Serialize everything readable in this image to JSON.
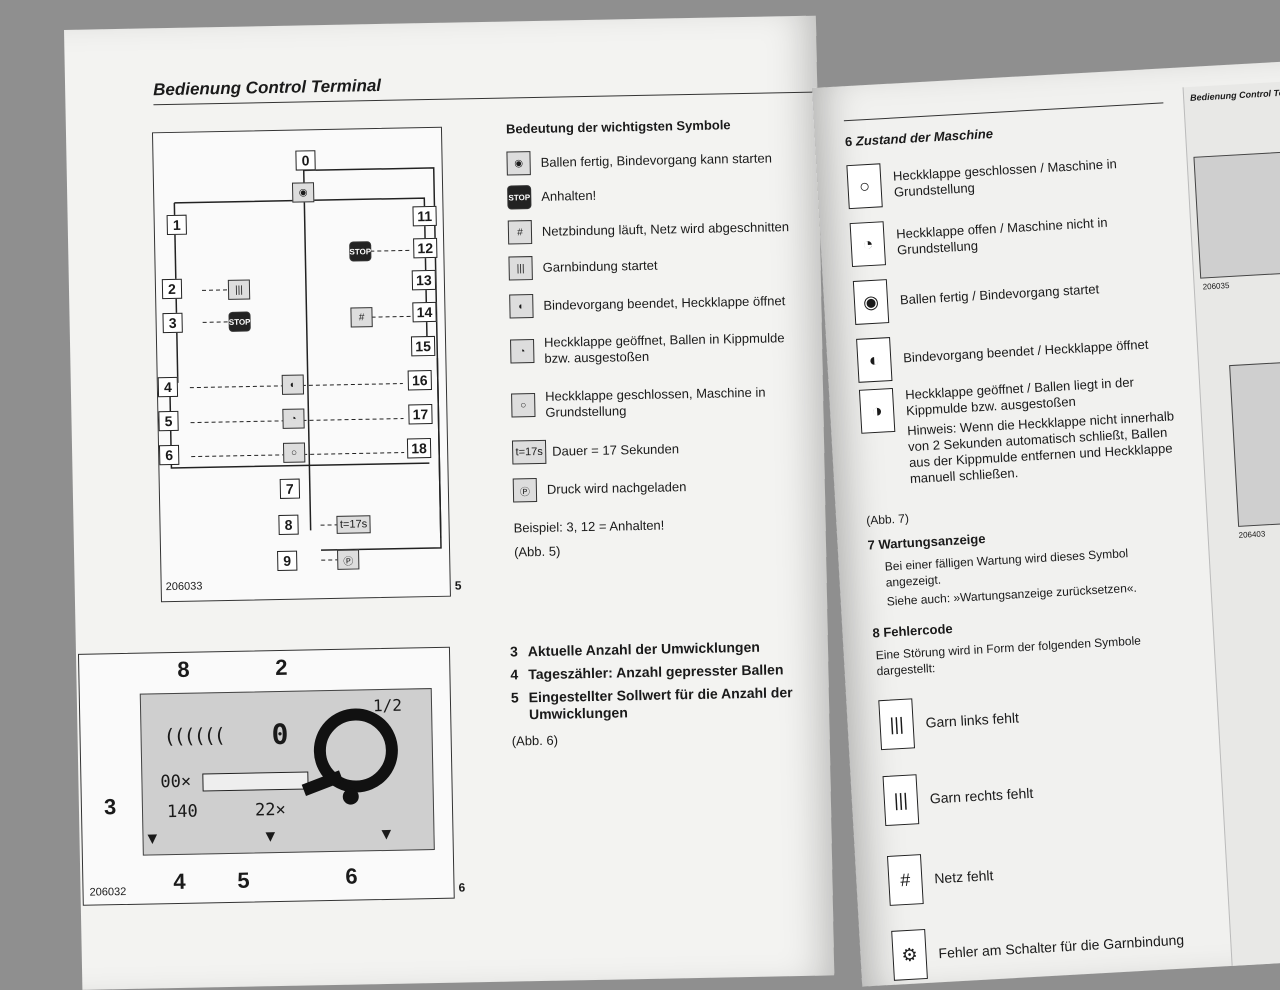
{
  "left": {
    "header": "Bedienung Control Terminal",
    "symbols_title": "Bedeutung der wichtigsten Symbole",
    "symbols": [
      {
        "icon": "bale-ready-icon",
        "text": "Ballen fertig, Bindevorgang kann starten"
      },
      {
        "icon": "stop-icon",
        "text": "Anhalten!"
      },
      {
        "icon": "net-binding-icon",
        "text": "Netzbindung läuft, Netz wird abgeschnitten"
      },
      {
        "icon": "twine-binding-icon",
        "text": "Garnbindung startet"
      },
      {
        "icon": "binding-done-icon",
        "text": "Bindevorgang beendet, Heckklappe öffnet"
      },
      {
        "icon": "tailgate-open-icon",
        "text": "Heckklappe geöffnet, Ballen in Kippmulde bzw. ausgestoßen"
      },
      {
        "icon": "tailgate-closed-icon",
        "text": "Heckklappe geschlossen, Maschine in Grundstellung"
      },
      {
        "icon": "timer-icon",
        "text": "Dauer = 17 Sekunden",
        "icon_label": "t=17s"
      },
      {
        "icon": "pressure-icon",
        "text": "Druck wird nachgeladen"
      }
    ],
    "example": "Beispiel: 3, 12 = Anhalten!",
    "ref5": "(Abb. 5)",
    "diagram5": {
      "code": "206033",
      "fig": "5",
      "nodes": [
        "0",
        "1",
        "2",
        "3",
        "4",
        "5",
        "6",
        "7",
        "8",
        "9",
        "11",
        "12",
        "13",
        "14",
        "15",
        "16",
        "17",
        "18"
      ],
      "timer_label": "t=17s",
      "stop_label": "STOP"
    },
    "legend": [
      {
        "num": "3",
        "text": "Aktuelle Anzahl der Umwicklungen"
      },
      {
        "num": "4",
        "text": "Tageszähler: Anzahl gepresster Ballen"
      },
      {
        "num": "5",
        "text": "Eingestellter Sollwert für die Anzahl der Umwicklungen"
      }
    ],
    "ref6": "(Abb. 6)",
    "diagram6": {
      "code": "206032",
      "fig": "6",
      "callouts": [
        "8",
        "2",
        "3",
        "4",
        "5",
        "6"
      ],
      "page_indicator": "1/2",
      "digit": "0",
      "wraps_current": "00×",
      "counter": "140",
      "setpoint": "22×"
    }
  },
  "right": {
    "sec6_num": "6",
    "sec6_title": "Zustand der Maschine",
    "states": [
      {
        "icon": "tailgate-closed-icon",
        "text": "Heckklappe geschlossen / Maschine in Grundstellung"
      },
      {
        "icon": "tailgate-open-icon",
        "text": "Heckklappe offen / Maschine nicht in Grundstellung"
      },
      {
        "icon": "bale-ready-icon",
        "text": "Ballen fertig / Bindevorgang startet"
      },
      {
        "icon": "binding-done-icon",
        "text": "Bindevorgang beendet / Heckklappe öffnet"
      },
      {
        "icon": "bale-ejected-icon",
        "text": "Heckklappe geöffnet / Ballen liegt in der Kippmulde bzw. ausgestoßen"
      }
    ],
    "hint": "Hinweis: Wenn die Heckklappe nicht innerhalb von 2 Sekunden automatisch schließt, Ballen aus der Kippmulde entfernen und Heckklappe manuell schließen.",
    "ref7": "(Abb. 7)",
    "sec7_num": "7",
    "sec7_title": "Wartungsanzeige",
    "sec7_text": "Bei einer fälligen Wartung wird dieses Symbol angezeigt.",
    "sec7_see": "Siehe auch: »Wartungsanzeige zurücksetzen«.",
    "sec8_num": "8",
    "sec8_title": "Fehlercode",
    "sec8_text": "Eine Störung wird in Form der folgenden Symbole dargestellt:",
    "errors": [
      {
        "icon": "twine-left-icon",
        "text": "Garn links fehlt"
      },
      {
        "icon": "twine-right-icon",
        "text": "Garn rechts fehlt"
      },
      {
        "icon": "net-missing-icon",
        "text": "Netz fehlt"
      },
      {
        "icon": "switch-error-icon",
        "text": "Fehler am Schalter für die Garnbindung"
      }
    ],
    "next_page_header": "Bedienung Control Terminal",
    "next_page_code_a": "206035",
    "next_page_code_b": "206403"
  }
}
